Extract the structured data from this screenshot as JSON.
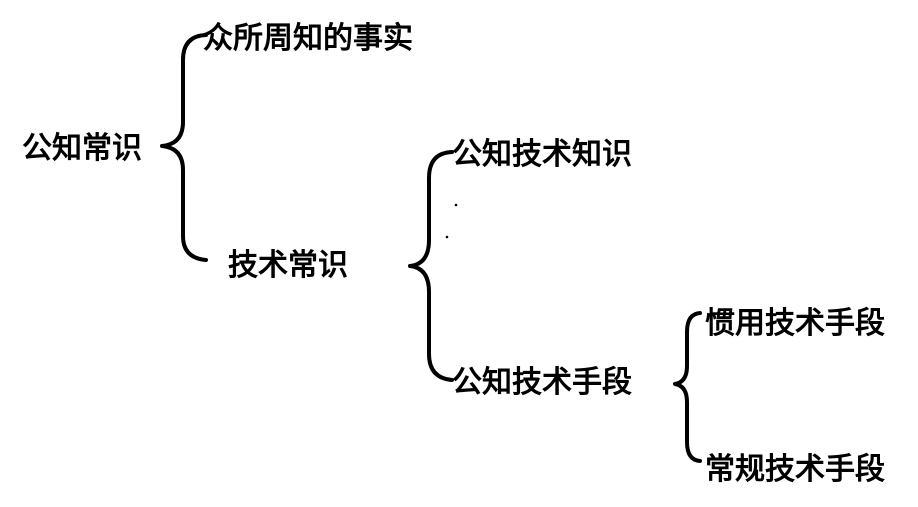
{
  "nodes": {
    "root": "公知常识",
    "common_facts": "众所周知的事实",
    "technical_common_sense": "技术常识",
    "known_technical_knowledge": "公知技术知识",
    "known_technical_means": "公知技术手段",
    "customary_technical_means": "惯用技术手段",
    "conventional_technical_means": "常规技术手段"
  }
}
